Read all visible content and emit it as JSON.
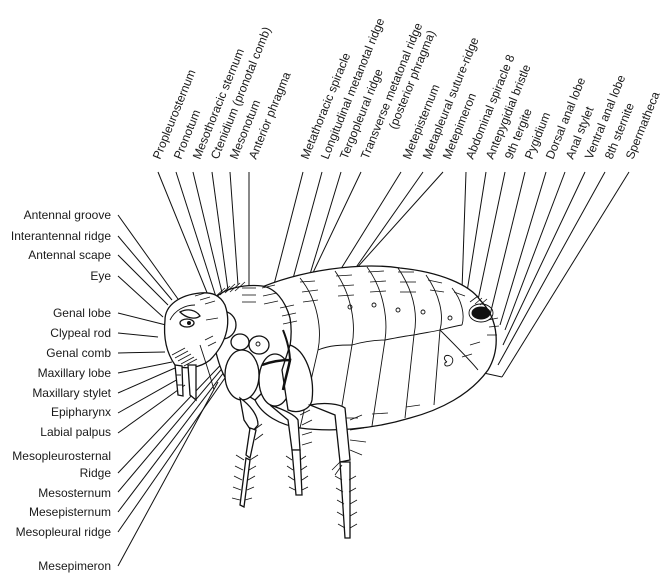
{
  "diagram": {
    "subject": "Flea external anatomy (lateral view)",
    "labels_top": [
      "Propleurosternum",
      "Pronotum",
      "Mesothoracic sternum",
      "Ctenidium (pronotal comb)",
      "Mesonotum",
      "Anterior phragma",
      "Metathoracic spiracle",
      "Longitudinal metanotal ridge",
      "Tergopleural ridge",
      "Transverse metatonal ridge",
      "(posterior phragma)",
      "Metepisternum",
      "Metapleural suture-ridge",
      "Metepimeron",
      "Abdominal spiracle 8",
      "Antepygidial bristle",
      "9th tergite",
      "Pygidium",
      "Dorsal anal lobe",
      "Anal stylet",
      "Ventral anal lobe",
      "8th sternite",
      "Spermatheca"
    ],
    "labels_left": [
      "Antennal groove",
      "Interantennal ridge",
      "Antennal scape",
      "Eye",
      "Genal lobe",
      "Clypeal rod",
      "Genal comb",
      "Maxillary lobe",
      "Maxillary stylet",
      "Epipharynx",
      "Labial palpus",
      "Mesopleurosternal",
      "Ridge",
      "Mesosternum",
      "Mesepisternum",
      "Mesopleural ridge",
      "Mesepimeron"
    ]
  }
}
